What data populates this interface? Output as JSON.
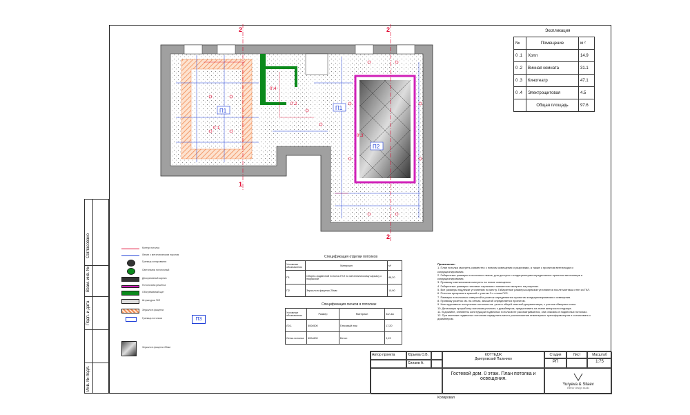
{
  "explication": {
    "title": "Экспликация",
    "head": {
      "num": "№",
      "room": "Помещение",
      "area": "м ²"
    },
    "rows": [
      {
        "num": "0 .1",
        "room": "Холл",
        "area": "14.9"
      },
      {
        "num": "0 .2",
        "room": "Винная комната",
        "area": "31.1"
      },
      {
        "num": "0 .3",
        "room": "Кинотеатр",
        "area": "47.1"
      },
      {
        "num": "0 .4",
        "room": "Электрощитовая",
        "area": "4.5"
      }
    ],
    "total_label": "Общая площадь",
    "total_value": "97.6"
  },
  "plan": {
    "axis_2": "2",
    "axis_1": "1",
    "ceiling_p1": "П1",
    "ceiling_p2": "П2",
    "ceiling_p3": "П3",
    "room_01": "0'.1",
    "room_02": "0'.2",
    "room_03": "0'.3",
    "room_04": "0'.4"
  },
  "spec_ceiling": {
    "title": "Спецификация отделки потолков",
    "head": [
      "Условные обозначения",
      "Материал",
      "м²"
    ],
    "rows": [
      {
        "code": "П1",
        "material": "Сборно-подвесной потолок ГКЛ по металлическому каркасу с покраской",
        "value": "88,20"
      },
      {
        "code": "П2",
        "material": "Зеркало в фацетах 20мм",
        "value": "10,90"
      }
    ]
  },
  "spec_hatch": {
    "title": "Спецификация лючков в потолках",
    "head": [
      "Условные обозначения",
      "Размер",
      "Материал",
      "Кол-во"
    ],
    "rows": [
      {
        "code": "Л0.1",
        "size": "500х500",
        "material": "Гипсовый люк",
        "value": "17,20"
      },
      {
        "code": "Сетка потолка",
        "size": "600х600",
        "material": "Бетон",
        "value": "0,13"
      }
    ]
  },
  "notes": {
    "title": "Примечания:",
    "items": [
      "1. План потолка смотреть совместно с планом освещения и разрезами, а также с проектом вентиляции и кондиционирования.",
      "2. Габаритные размеры потолочных люков, для доступа к кондиционерам определяются проектом вентиляции и кондиционирования.",
      "3. Привязку светильников смотреть на плане освещения.",
      "4. Габаритные размеры гипсовых карнизов и элементов смотреть на разрезах.",
      "5. Все размеры подлежат уточнению по месту. Габаритные размеры карнизов уточняются после монтажа стен из ГКЛ.",
      "6. Потолок прокрасить краской с учетом 2-х слоев ГКЛ.",
      "7. Размеры потолочных отверстий и розеток определяются проектом кондиционирования и освещения.",
      "8. Привязку розеток см. на сетках, масштаб определяется проектом.",
      "9. Конструктивное построение потолков см. узлы в общей сметной документации, с учетом обмерных схем.",
      "10. Детальную проработку потолков уточнить с дизайнером, предоставить на этапе авторского надзора.",
      "11. В дизайне, элементы конструкции подвесных потолков не рассматриваются, они описаны в подвесных потолках.",
      "12. При монтаже подвесных потолков определить место расположения инженерных трансформаторов и согласовать с дизайнером."
    ]
  },
  "title_block": {
    "author_label": "Автор проекта",
    "author_name": "Юрьева О.В.",
    "second_name": "Силаев А.",
    "object_head": "КОТТЕДЖ",
    "object_sub": "Дмитровский Пальчико",
    "sheet_title": "Гостевой дом. 0 этаж. План потолка и освещения.",
    "stage_label": "Стадия",
    "stage_value": "РП",
    "sheet_label": "Лист",
    "sheet_value": "",
    "scale_label": "Масштаб",
    "scale_value": "1:75",
    "brand": "Yuryeva & Silaev",
    "brand_sub": "interior design studio",
    "copied": "Копировал"
  },
  "stamp": {
    "labels": [
      "Согласовано",
      "Взам. инв. №",
      "Подп. и дата",
      "Инв. № подл."
    ]
  },
  "legend": {
    "items": [
      "Контур потолка",
      "Линии с металлическим порогом",
      "Граница зонирования",
      "Светильник потолочный",
      "Декоративный карниз",
      "Потолочная решётка",
      "Обогреваемый щит",
      "Штукатурка ГКЛ",
      "Зеркало в фацетах",
      "Граница потолков",
      "Зеркало в фацетах 20мм"
    ]
  },
  "colors": {
    "wall": "#9a9a9a",
    "axis_red": "#e0002a",
    "dim_blue": "#1f3fd8",
    "hatch_orange": "#f08a52",
    "green": "#0b8a1c",
    "magenta": "#d020b8"
  }
}
